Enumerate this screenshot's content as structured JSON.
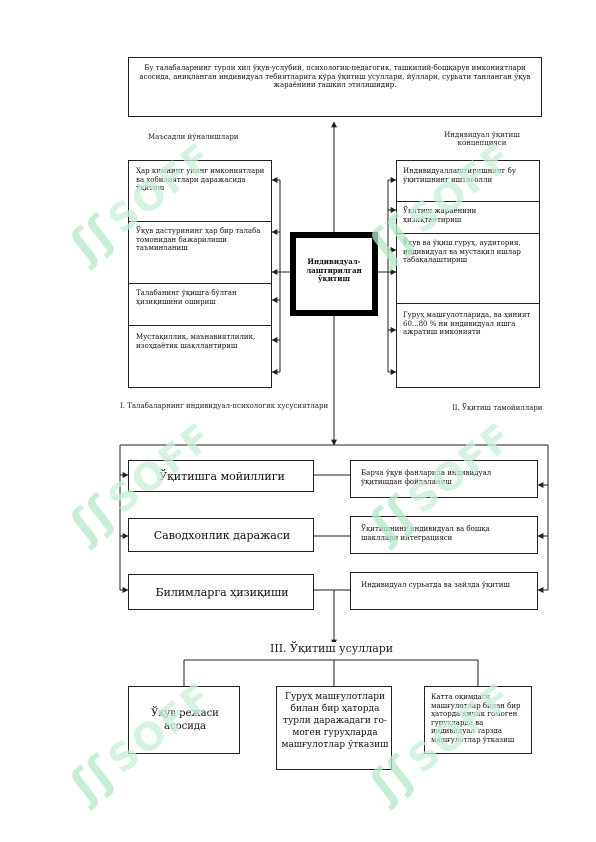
{
  "top_box": "Бу талабаларнинг турли хил ўқув-услубий, психологик-педагогик, ташкилий-бошқарув имкониятлари асосида, аниқланган индивидуал тебиятларига кўра ўқитиш усуллари, йўллари, сурьати танланган ўқув жараёнини ташкил этилишидир.",
  "left_title": "Маъсадли йўналишлари",
  "right_title": "Индивидуал ўқитиш концепцияси",
  "center_box": "Индивидуал-лаштирилган ўқитиш",
  "left_items": [
    "Ҳар кимнинг унинг имкониятлари ва хобилиятлари даражасида ўқитиш",
    "Ўқув дастурининг ҳар бир талаба томонидан бажарилиши таъминланиш",
    "Талабанинг ўқишга бўлган ҳизиқишини ошириш",
    "Мустақиллик, маънавиятлилик, изоҳдаётик шакллантириш"
  ],
  "right_items": [
    "Индивидуаллаштиришнинг бу ўқитишнинг иштиғолли",
    "Ўқитиш жараёнини ҳизиқтантириш",
    "Ўқув ва ўқиш гуруҳ, аудитория, индивидуал ва мустақил ишлар табақалаштириш",
    "Гуруҳ машғулотларида, ва ҳиният 60...80 % ни индивидуал ишга ажратиш имконияти"
  ],
  "left_caption": "I. Талабаларнинг индивидуал-психологик хусусиятлари",
  "right_caption": "II. Ўқитиш тамойиллари",
  "mid_left": [
    "Ўқитишга мойиллиги",
    "Саводхонлик даражаси",
    "Билимларга ҳизиқиши"
  ],
  "mid_right": [
    "Барча ўқув фанларида индивидуал ўқитишдан фойдаланиш",
    "Ўқитишнинг индивидуал ва бошқа шакллари интеграцияси",
    "Индивидуал сурьатда ва зайлда ўқитиш"
  ],
  "methods_title": "III. Ўқитиш усуллари",
  "bottom": [
    "Ўқув режаси асосида",
    "Гуруҳ машғулотлари билан бир ҳаторда турли даражадаги го-моген гуруҳларда машғулотлар ўтказиш",
    "Катта оқимдаги машғулотлар билан бир ҳаторда кичик гомоген гуруҳларда ва индивидуал тарзда машғулотлар ўтказиш"
  ],
  "watermark": "SOFF"
}
